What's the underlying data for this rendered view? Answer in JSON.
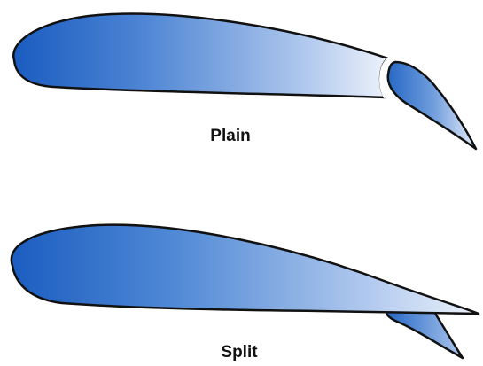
{
  "figures": [
    {
      "id": "plain",
      "label": "Plain"
    },
    {
      "id": "split",
      "label": "Split"
    }
  ],
  "colors": {
    "airfoil_leading": "#1f63c4",
    "airfoil_trailing": "#e9eff9",
    "outline": "#111111",
    "gap": "#ffffff"
  }
}
